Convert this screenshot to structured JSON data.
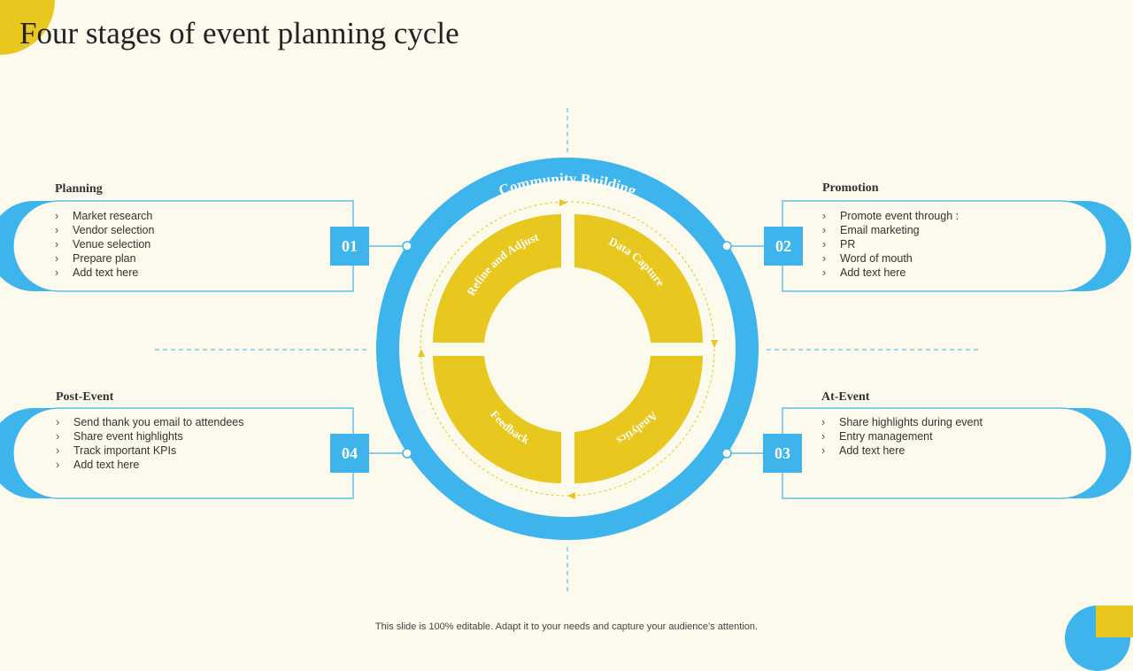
{
  "title": "Four stages of event planning cycle",
  "ring_label": "Community Building",
  "segments": [
    "Refine and Adjust",
    "Data Capture",
    "Analytics",
    "Feedback"
  ],
  "stages": {
    "planning": {
      "number": "01",
      "heading": "Planning",
      "items": [
        "Market research",
        "Vendor selection",
        "Venue selection",
        "Prepare plan",
        "Add text here"
      ]
    },
    "promotion": {
      "number": "02",
      "heading": "Promotion",
      "items": [
        "Promote event through :",
        "Email marketing",
        "PR",
        "Word of mouth",
        "Add text here"
      ]
    },
    "at_event": {
      "number": "03",
      "heading": "At-Event",
      "items": [
        "Share highlights during event",
        "Entry management",
        "Add text here"
      ]
    },
    "post_event": {
      "number": "04",
      "heading": "Post-Event",
      "items": [
        "Send thank you email to attendees",
        "Share event highlights",
        "Track important KPIs",
        "Add text here"
      ]
    }
  },
  "bullet_glyph": "›",
  "footer": "This slide is 100% editable. Adapt it to your needs and capture your audience’s attention.",
  "colors": {
    "accent_blue": "#3db5ec",
    "accent_yellow": "#e8c81f",
    "background": "#fcf9ed"
  }
}
